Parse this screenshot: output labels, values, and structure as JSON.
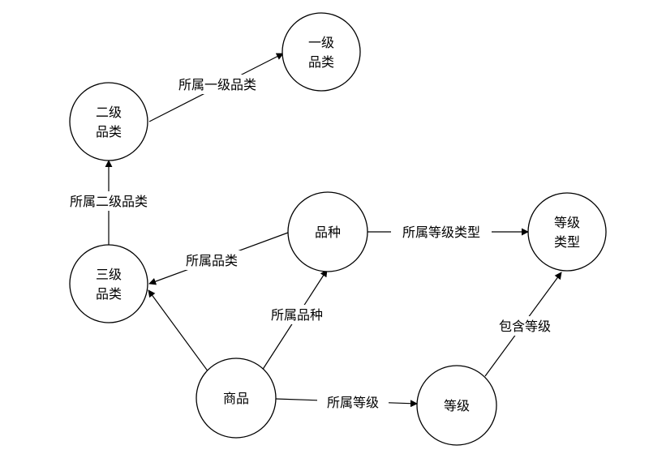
{
  "diagram": {
    "nodes": {
      "level1": [
        "一级",
        "品类"
      ],
      "level2": [
        "二级",
        "品类"
      ],
      "level3": [
        "三级",
        "品类"
      ],
      "variety": [
        "品种"
      ],
      "gradetype": [
        "等级",
        "类型"
      ],
      "product": [
        "商品"
      ],
      "grade": [
        "等级"
      ]
    },
    "edges": {
      "level2_level1": "所属一级品类",
      "level3_level2": "所属二级品类",
      "variety_level3": "所属品类",
      "product_level3": "",
      "product_variety": "所属品种",
      "variety_gradetype": "所属等级类型",
      "product_grade": "所属等级",
      "grade_gradetype": "包含等级"
    }
  }
}
